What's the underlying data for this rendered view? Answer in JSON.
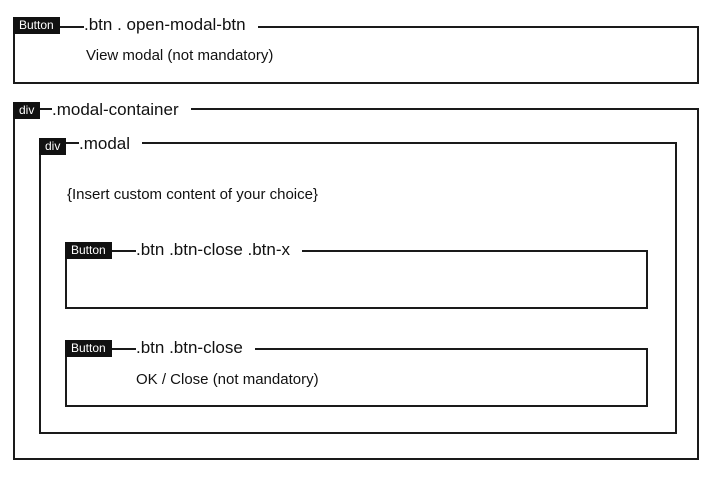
{
  "open_modal_btn": {
    "tag": "Button",
    "selector": ".btn . open-modal-btn",
    "description": "View modal (not mandatory)"
  },
  "modal_container": {
    "tag": "div",
    "selector": ".modal-container"
  },
  "modal": {
    "tag": "div",
    "selector": ".modal",
    "content": "{Insert custom content of your choice}"
  },
  "close_x_btn": {
    "tag": "Button",
    "selector": ".btn  .btn-close  .btn-x"
  },
  "close_btn": {
    "tag": "Button",
    "selector": ".btn  .btn-close",
    "description": "OK / Close (not mandatory)"
  }
}
